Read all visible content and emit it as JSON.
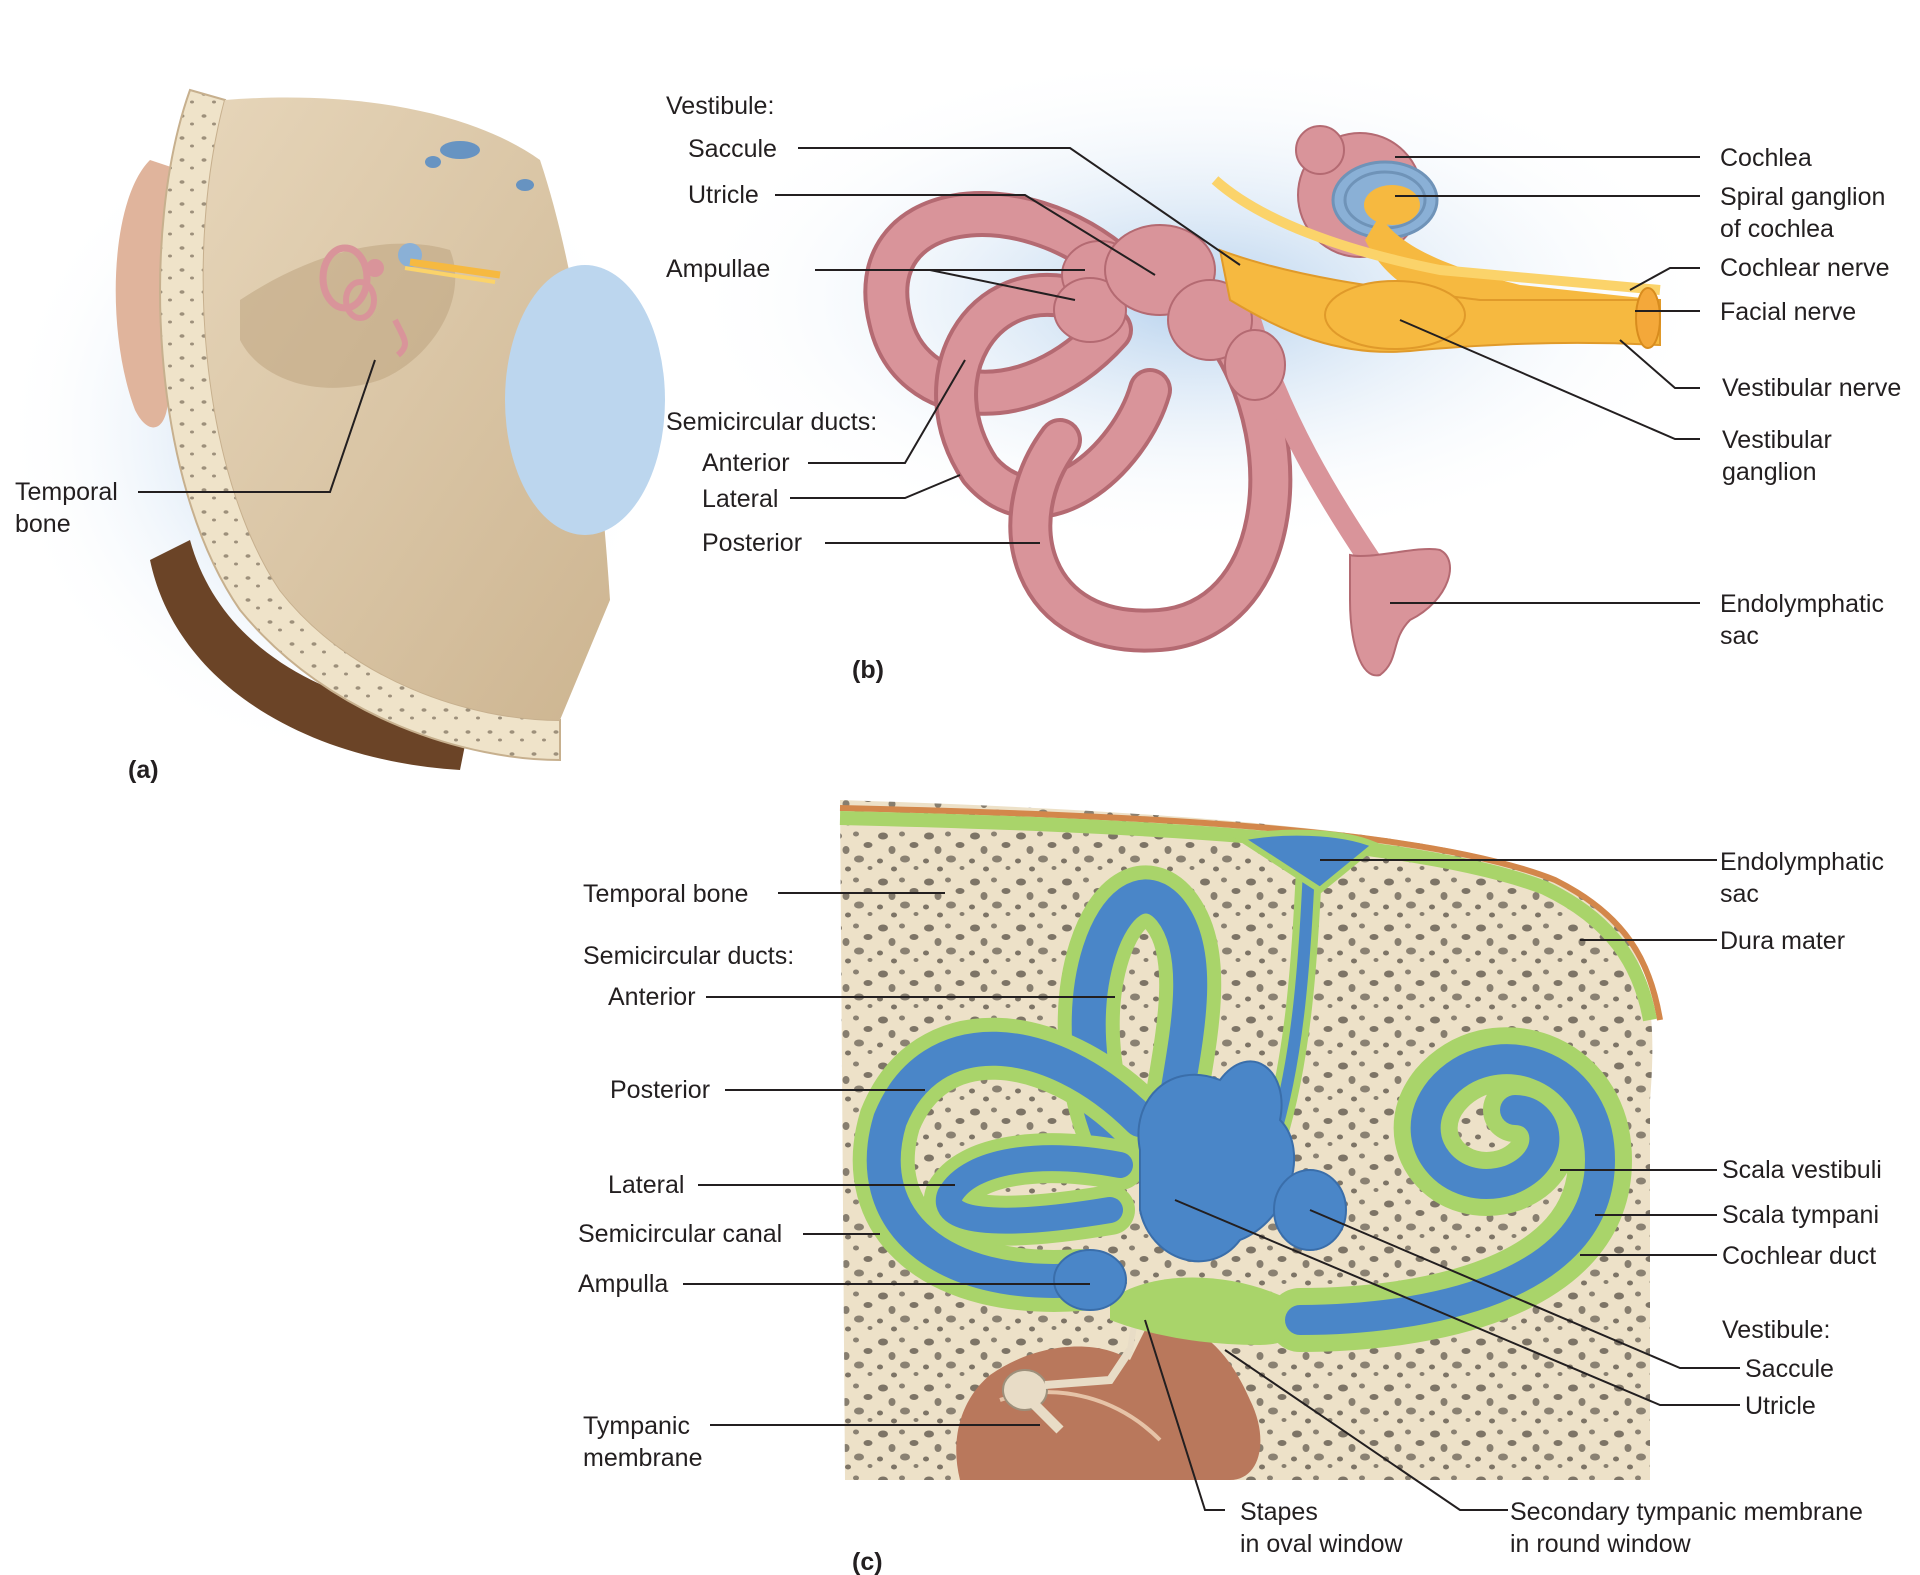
{
  "figure": {
    "panel_a": {
      "letter": "(a)",
      "labels": {
        "temporal_bone": [
          "Temporal",
          "bone"
        ]
      }
    },
    "panel_b": {
      "letter": "(b)",
      "labels": {
        "vestibule_heading": "Vestibule:",
        "saccule": "Saccule",
        "utricle": "Utricle",
        "ampullae": "Ampullae",
        "semicircular_ducts_heading": "Semicircular ducts:",
        "anterior": "Anterior",
        "lateral": "Lateral",
        "posterior": "Posterior",
        "cochlea": "Cochlea",
        "spiral_ganglion": [
          "Spiral ganglion",
          "of cochlea"
        ],
        "cochlear_nerve": "Cochlear nerve",
        "facial_nerve": "Facial nerve",
        "vestibular_nerve": "Vestibular nerve",
        "vestibular_ganglion": [
          "Vestibular",
          "ganglion"
        ],
        "endolymphatic_sac": [
          "Endolymphatic",
          "sac"
        ]
      }
    },
    "panel_c": {
      "letter": "(c)",
      "labels": {
        "temporal_bone": "Temporal bone",
        "semicircular_ducts_heading": "Semicircular ducts:",
        "anterior": "Anterior",
        "posterior": "Posterior",
        "lateral": "Lateral",
        "semicircular_canal": "Semicircular canal",
        "ampulla": "Ampulla",
        "tympanic_membrane": [
          "Tympanic",
          "membrane"
        ],
        "stapes": [
          "Stapes",
          "in oval window"
        ],
        "secondary_tympanic_membrane": [
          "Secondary tympanic membrane",
          "in round window"
        ],
        "endolymphatic_sac": [
          "Endolymphatic",
          "sac"
        ],
        "dura_mater": "Dura mater",
        "scala_vestibuli": "Scala vestibuli",
        "scala_tympani": "Scala tympani",
        "cochlear_duct": "Cochlear duct",
        "vestibule_heading": "Vestibule:",
        "saccule": "Saccule",
        "utricle": "Utricle"
      }
    }
  },
  "colors": {
    "text": "#231f20",
    "membranous_labyrinth_pink": "#d9949a",
    "membranous_labyrinth_pink_dark": "#b46a72",
    "nerve_yellow": "#f6b940",
    "nerve_yellow_light": "#fbd36a",
    "endolymph_blue": "#4a86c8",
    "perilymph_green": "#a9d46a",
    "bone_cream": "#ede1c8",
    "bone_pore": "#7d7466",
    "skull_beige": "#d8c3a3",
    "hair_brown": "#6b4427",
    "soft_blue_glow": "#bcd6ee",
    "dura_orange": "#d3874b",
    "middle_ear_brown": "#b9785c"
  }
}
